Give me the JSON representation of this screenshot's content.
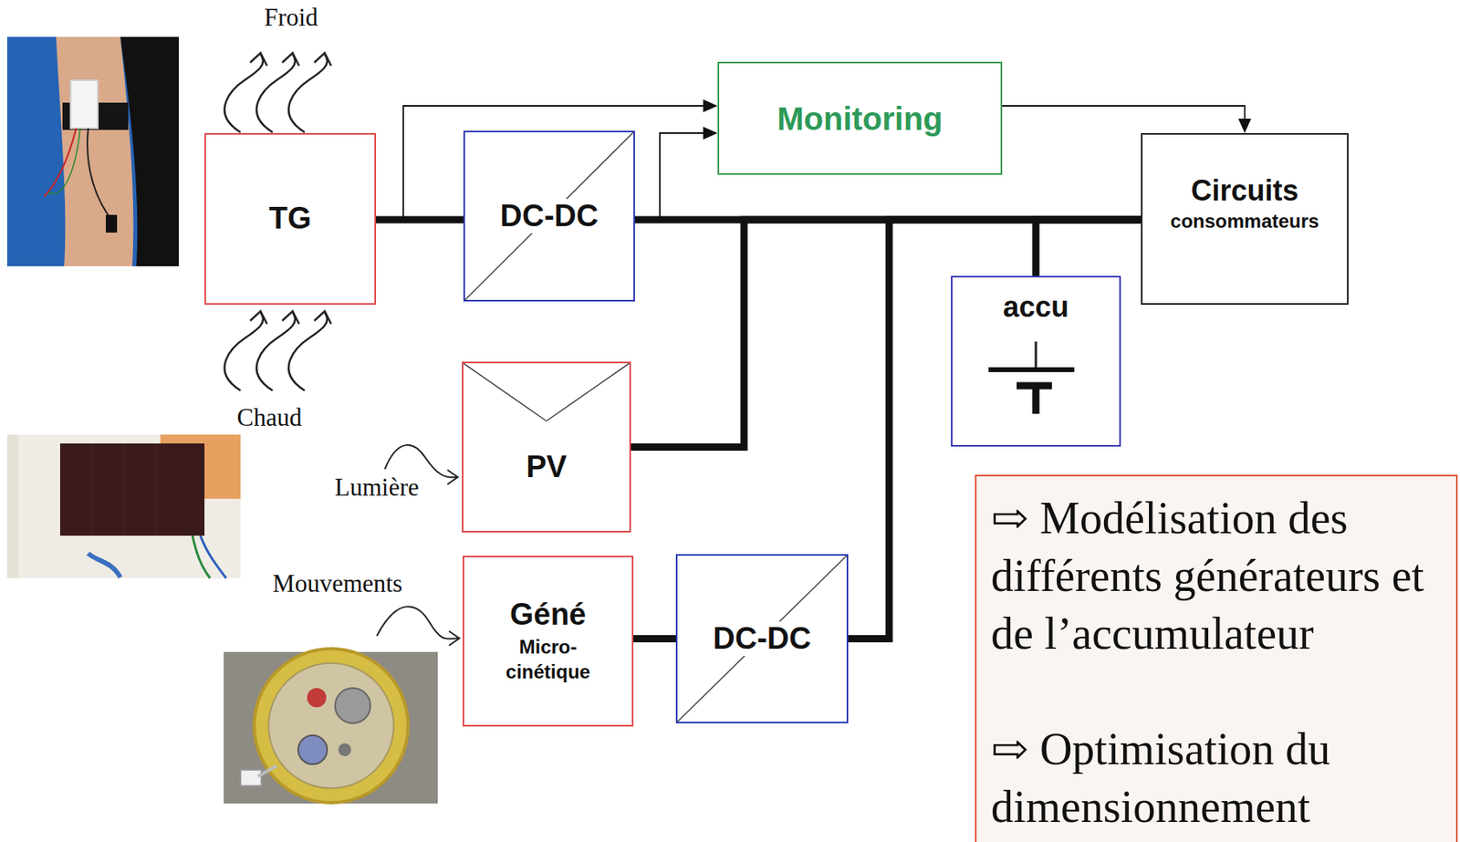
{
  "diagram": {
    "nodes": [
      {
        "text": [
          "TG"
        ]
      },
      {
        "text": [
          "DC-DC"
        ]
      },
      {
        "text": [
          "Monitoring"
        ]
      },
      {
        "text": [
          "Circuits",
          "consommateurs"
        ]
      },
      {
        "text": [
          "accu"
        ]
      },
      {
        "text": [
          "PV"
        ]
      },
      {
        "text": [
          "Géné",
          "Micro-cinétique"
        ]
      },
      {
        "text": [
          "DC-DC"
        ]
      },
      {
        "text": [
          "⇨ Modélisation des différents générateurs et de l’accumulateur",
          "⇨ Optimisation du dimensionnement"
        ]
      }
    ],
    "edges": [
      {
        "from": 0,
        "to": 1,
        "arrow": "none"
      },
      {
        "from": 0,
        "to": 2,
        "arrow": "to"
      },
      {
        "from": 1,
        "to": 2,
        "arrow": "to"
      },
      {
        "from": 2,
        "to": 3,
        "arrow": "to"
      },
      {
        "from": 1,
        "to": 3,
        "arrow": "none"
      },
      {
        "from": 5,
        "to": 3,
        "arrow": "none"
      },
      {
        "from": 6,
        "to": 7,
        "arrow": "none"
      },
      {
        "from": 7,
        "to": 3,
        "arrow": "none"
      },
      {
        "from": 4,
        "to": 3,
        "arrow": "none"
      }
    ],
    "labels": [
      "Froid",
      "Chaud",
      "Lumière",
      "Mouvements"
    ]
  }
}
